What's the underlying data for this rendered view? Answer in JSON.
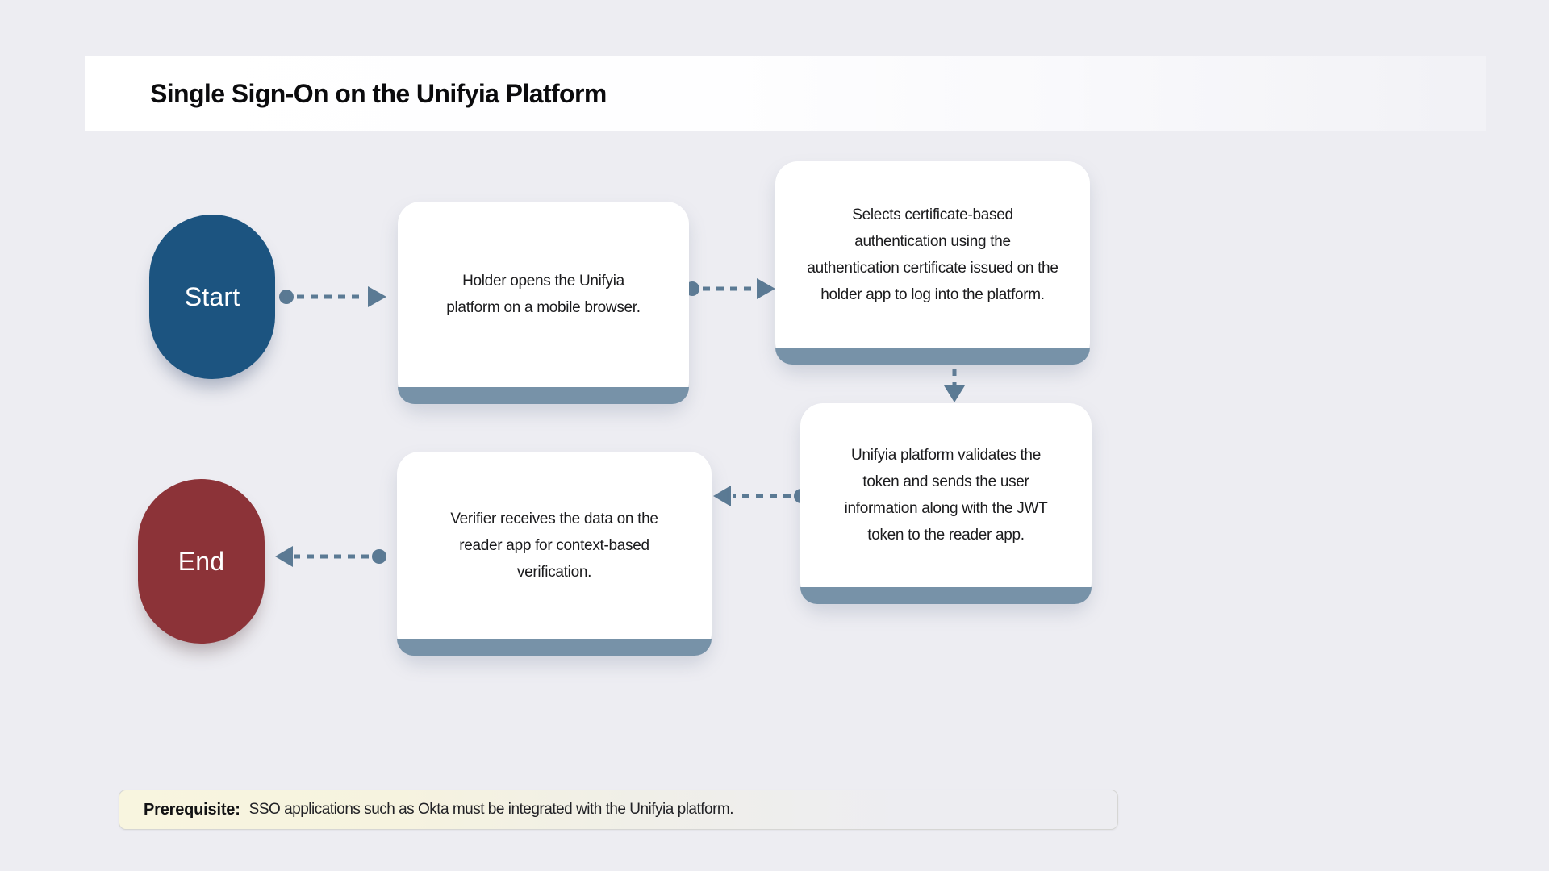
{
  "header": {
    "title": "Single Sign-On on the Unifyia Platform"
  },
  "diagram": {
    "start_node": {
      "label": "Start",
      "color": "#1C5480"
    },
    "end_node": {
      "label": "End",
      "color": "#8C3338"
    },
    "steps": [
      {
        "id": "step-1",
        "text": "Holder opens the Unifyia platform on a mobile browser.",
        "lines": [
          "Holder opens the Unifyia",
          "platform on a mobile browser."
        ]
      },
      {
        "id": "step-2",
        "text": "Selects certificate-based authentication using the authentication certificate issued on the holder app to log into the platform.",
        "lines": [
          "Selects certificate-based",
          "authentication using the",
          "authentication certificate issued on the",
          "holder app to log into the platform."
        ]
      },
      {
        "id": "step-3",
        "text": "Unifyia platform validates the token and sends the user information along with the JWT token to the reader app.",
        "lines": [
          "Unifyia platform validates the",
          "token and sends the user",
          "information along with the JWT",
          "token to the reader app."
        ]
      },
      {
        "id": "step-4",
        "text": "Verifier receives the data on the reader app for context-based verification.",
        "lines": [
          "Verifier receives the data on the",
          "reader app for context-based",
          "verification."
        ]
      }
    ],
    "connectors": [
      {
        "from": "start",
        "to": "step-1",
        "direction": "right",
        "style": "dashed",
        "start_icon": "dot-icon",
        "end_icon": "arrow-right-icon"
      },
      {
        "from": "step-1",
        "to": "step-2",
        "direction": "right",
        "style": "dashed",
        "start_icon": "dot-icon",
        "end_icon": "arrow-right-icon"
      },
      {
        "from": "step-2",
        "to": "step-3",
        "direction": "down",
        "style": "dashed",
        "start_icon": "dot-icon",
        "end_icon": "arrow-down-icon"
      },
      {
        "from": "step-3",
        "to": "step-4",
        "direction": "left",
        "style": "dashed",
        "start_icon": "dot-icon",
        "end_icon": "arrow-left-icon"
      },
      {
        "from": "step-4",
        "to": "end",
        "direction": "left",
        "style": "dashed",
        "start_icon": "dot-icon",
        "end_icon": "arrow-left-icon"
      }
    ],
    "colors": {
      "background": "#EDEDF2",
      "card_footer_bar": "#7792A8",
      "connector": "#5B7A94",
      "start_node": "#1C5480",
      "end_node": "#8C3338",
      "prerequisite_background": "#F8F5DF"
    }
  },
  "prerequisite": {
    "label": "Prerequisite:",
    "text": "SSO applications such as Okta must be integrated with the Unifyia platform."
  }
}
